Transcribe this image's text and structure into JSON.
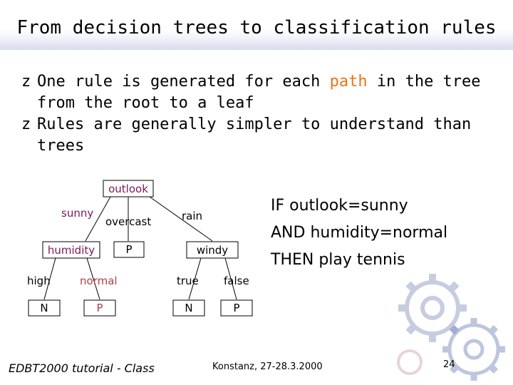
{
  "slide": {
    "title": "From decision trees to classification rules",
    "bullets": [
      {
        "before": "One rule is generated for each ",
        "highlight": "path",
        "after": " in the tree from the root to a leaf"
      },
      {
        "text": "Rules are generally simpler to understand than trees"
      }
    ],
    "bullet_glyph": "z"
  },
  "tree": {
    "nodes": {
      "root": "outlook",
      "humidity": "humidity",
      "windy": "windy",
      "p_overcast": "P",
      "n_high": "N",
      "p_normal": "P",
      "n_true": "N",
      "p_false": "P"
    },
    "edges": {
      "sunny": "sunny",
      "overcast": "overcast",
      "rain": "rain",
      "high": "high",
      "normal": "normal",
      "true": "true",
      "false": "false"
    },
    "colors": {
      "highlight": "#e8741a",
      "node_text": "#7a1a5a",
      "leaf_text": "#b04040"
    }
  },
  "rule": {
    "line1": "IF outlook=sunny",
    "line2": "AND humidity=normal",
    "line3": "THEN play tennis"
  },
  "footer": {
    "left": "EDBT2000 tutorial - Class",
    "middle": "Konstanz, 27-28.3.2000",
    "page": "24"
  },
  "decoration": {
    "icon": "gears-icon",
    "color": "#9aa6c8"
  }
}
